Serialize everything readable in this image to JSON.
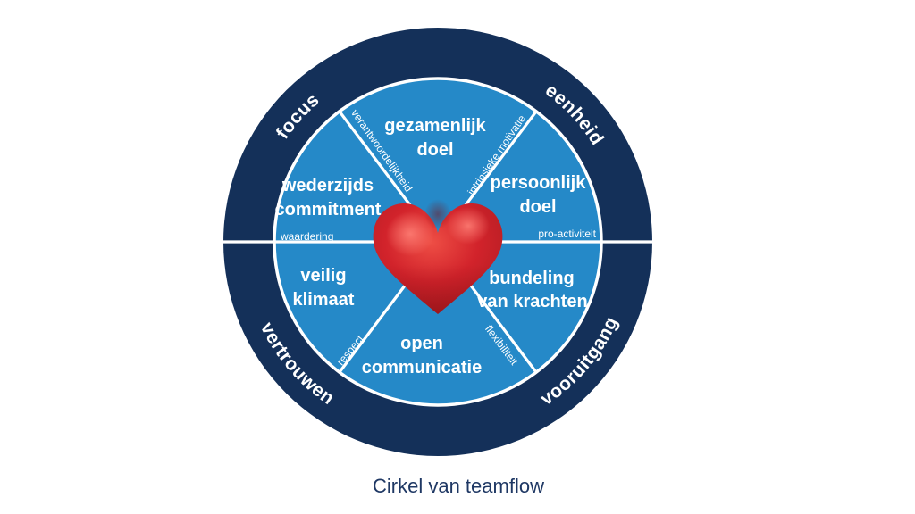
{
  "caption": "Cirkel van teamflow",
  "colors": {
    "background": "#FFFFFF",
    "outer_ring": "#143059",
    "inner_circle": "#2589C8",
    "divider_lines": "#FFFFFF",
    "label_text": "#FFFFFF",
    "heart_red": "#D2232B",
    "caption_text": "#1F3864"
  },
  "ring_labels": {
    "top_left": "focus",
    "top_right": "eenheid",
    "bottom_left": "vertrouwen",
    "bottom_right": "vooruitgang"
  },
  "segments": [
    {
      "id": "gezamenlijk-doel",
      "line1": "gezamenlijk",
      "line2": "doel"
    },
    {
      "id": "persoonlijk-doel",
      "line1": "persoonlijk",
      "line2": "doel"
    },
    {
      "id": "bundeling-van-krachten",
      "line1": "bundeling",
      "line2": "van krachten"
    },
    {
      "id": "open-communicatie",
      "line1": "open",
      "line2": "communicatie"
    },
    {
      "id": "veilig-klimaat",
      "line1": "veilig",
      "line2": "klimaat"
    },
    {
      "id": "wederzijds-commitment",
      "line1": "wederzijds",
      "line2": "commitment"
    }
  ],
  "connectors": {
    "top_left_diagonal": "verantwoordelijkheid",
    "top_right_diagonal": "intrinsieke motivatie",
    "right_horizontal": "pro-activiteit",
    "bottom_right_diagonal": "flexibiliteit",
    "bottom_left_diagonal": "respect",
    "left_horizontal": "waardering"
  },
  "center_icon": "heart"
}
